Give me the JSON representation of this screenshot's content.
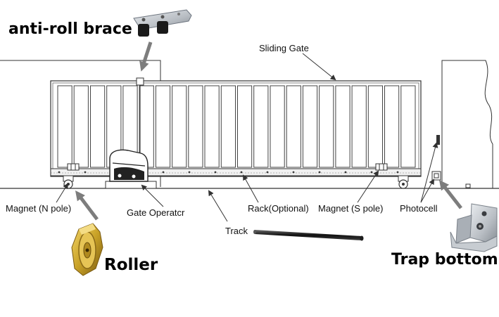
{
  "labels": {
    "anti_roll_brace": "anti-roll brace",
    "sliding_gate": "Sliding Gate",
    "magnet_n": "Magnet (N pole)",
    "gate_operator": "Gate Operatcr",
    "rack": "Rack(Optional)",
    "magnet_s": "Magnet (S pole)",
    "photocell": "Photocell",
    "track": "Track",
    "roller": "Roller",
    "trap_bottom": "Trap bottom"
  },
  "colors": {
    "line": "#333333",
    "arrow": "#7d7d7d",
    "roller_gold": "#c9a227",
    "bracket_silver": "#b9bec4",
    "rod": "#2b2b2b"
  },
  "icons": [
    "anti-roll-brace-photo",
    "roller-wheel-photo",
    "track-rod-photo",
    "trap-bottom-bracket-photo"
  ]
}
